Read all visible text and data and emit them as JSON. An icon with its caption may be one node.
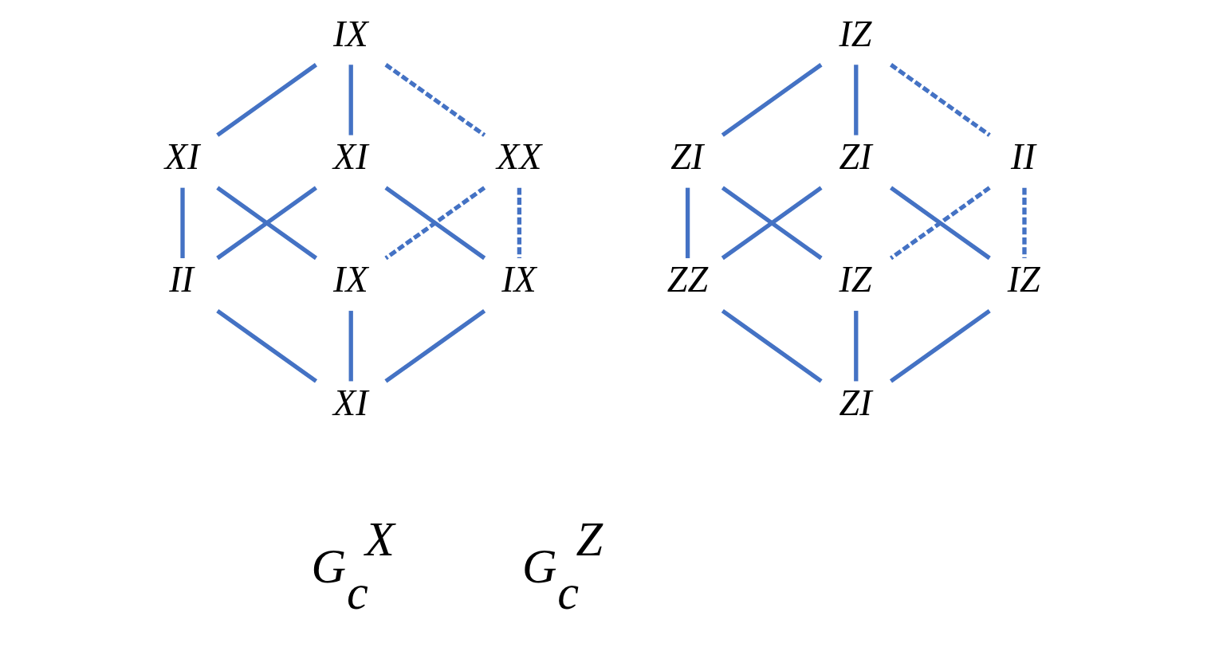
{
  "diagram": {
    "nodes": [
      {
        "text": [
          "IX"
        ]
      },
      {
        "text": [
          "XI"
        ]
      },
      {
        "text": [
          "XI"
        ]
      },
      {
        "text": [
          "II"
        ]
      },
      {
        "text": [
          "XX"
        ]
      },
      {
        "text": [
          "IX"
        ]
      },
      {
        "text": [
          "IX"
        ]
      },
      {
        "text": [
          "XI"
        ]
      },
      {
        "text": [
          "IZ"
        ]
      },
      {
        "text": [
          "ZI"
        ]
      },
      {
        "text": [
          "ZI"
        ]
      },
      {
        "text": [
          "ZZ"
        ]
      },
      {
        "text": [
          "II"
        ]
      },
      {
        "text": [
          "IZ"
        ]
      },
      {
        "text": [
          "IZ"
        ]
      },
      {
        "text": [
          "ZI"
        ]
      }
    ],
    "edges": [
      {
        "from": 0,
        "to": 1,
        "arrow": "none"
      },
      {
        "from": 0,
        "to": 2,
        "arrow": "none"
      },
      {
        "from": 1,
        "to": 3,
        "arrow": "none"
      },
      {
        "from": 2,
        "to": 3,
        "arrow": "none"
      },
      {
        "from": 0,
        "to": 4,
        "arrow": "none",
        "style": "dashed"
      },
      {
        "from": 1,
        "to": 5,
        "arrow": "none"
      },
      {
        "from": 2,
        "to": 6,
        "arrow": "none"
      },
      {
        "from": 3,
        "to": 7,
        "arrow": "none"
      },
      {
        "from": 4,
        "to": 5,
        "arrow": "none",
        "style": "dashed"
      },
      {
        "from": 4,
        "to": 6,
        "arrow": "none",
        "style": "dashed"
      },
      {
        "from": 5,
        "to": 7,
        "arrow": "none"
      },
      {
        "from": 6,
        "to": 7,
        "arrow": "none"
      },
      {
        "from": 8,
        "to": 9,
        "arrow": "none"
      },
      {
        "from": 8,
        "to": 10,
        "arrow": "none"
      },
      {
        "from": 9,
        "to": 11,
        "arrow": "none"
      },
      {
        "from": 10,
        "to": 11,
        "arrow": "none"
      },
      {
        "from": 8,
        "to": 12,
        "arrow": "none",
        "style": "dashed"
      },
      {
        "from": 9,
        "to": 13,
        "arrow": "none"
      },
      {
        "from": 10,
        "to": 14,
        "arrow": "none"
      },
      {
        "from": 11,
        "to": 15,
        "arrow": "none"
      },
      {
        "from": 12,
        "to": 13,
        "arrow": "none",
        "style": "dashed"
      },
      {
        "from": 12,
        "to": 14,
        "arrow": "none",
        "style": "dashed"
      },
      {
        "from": 13,
        "to": 15,
        "arrow": "none"
      },
      {
        "from": 14,
        "to": 15,
        "arrow": "none"
      }
    ],
    "labels": [
      "G$_{c}$$^{X}$",
      "G$_{c}$$^{Z}$"
    ]
  }
}
